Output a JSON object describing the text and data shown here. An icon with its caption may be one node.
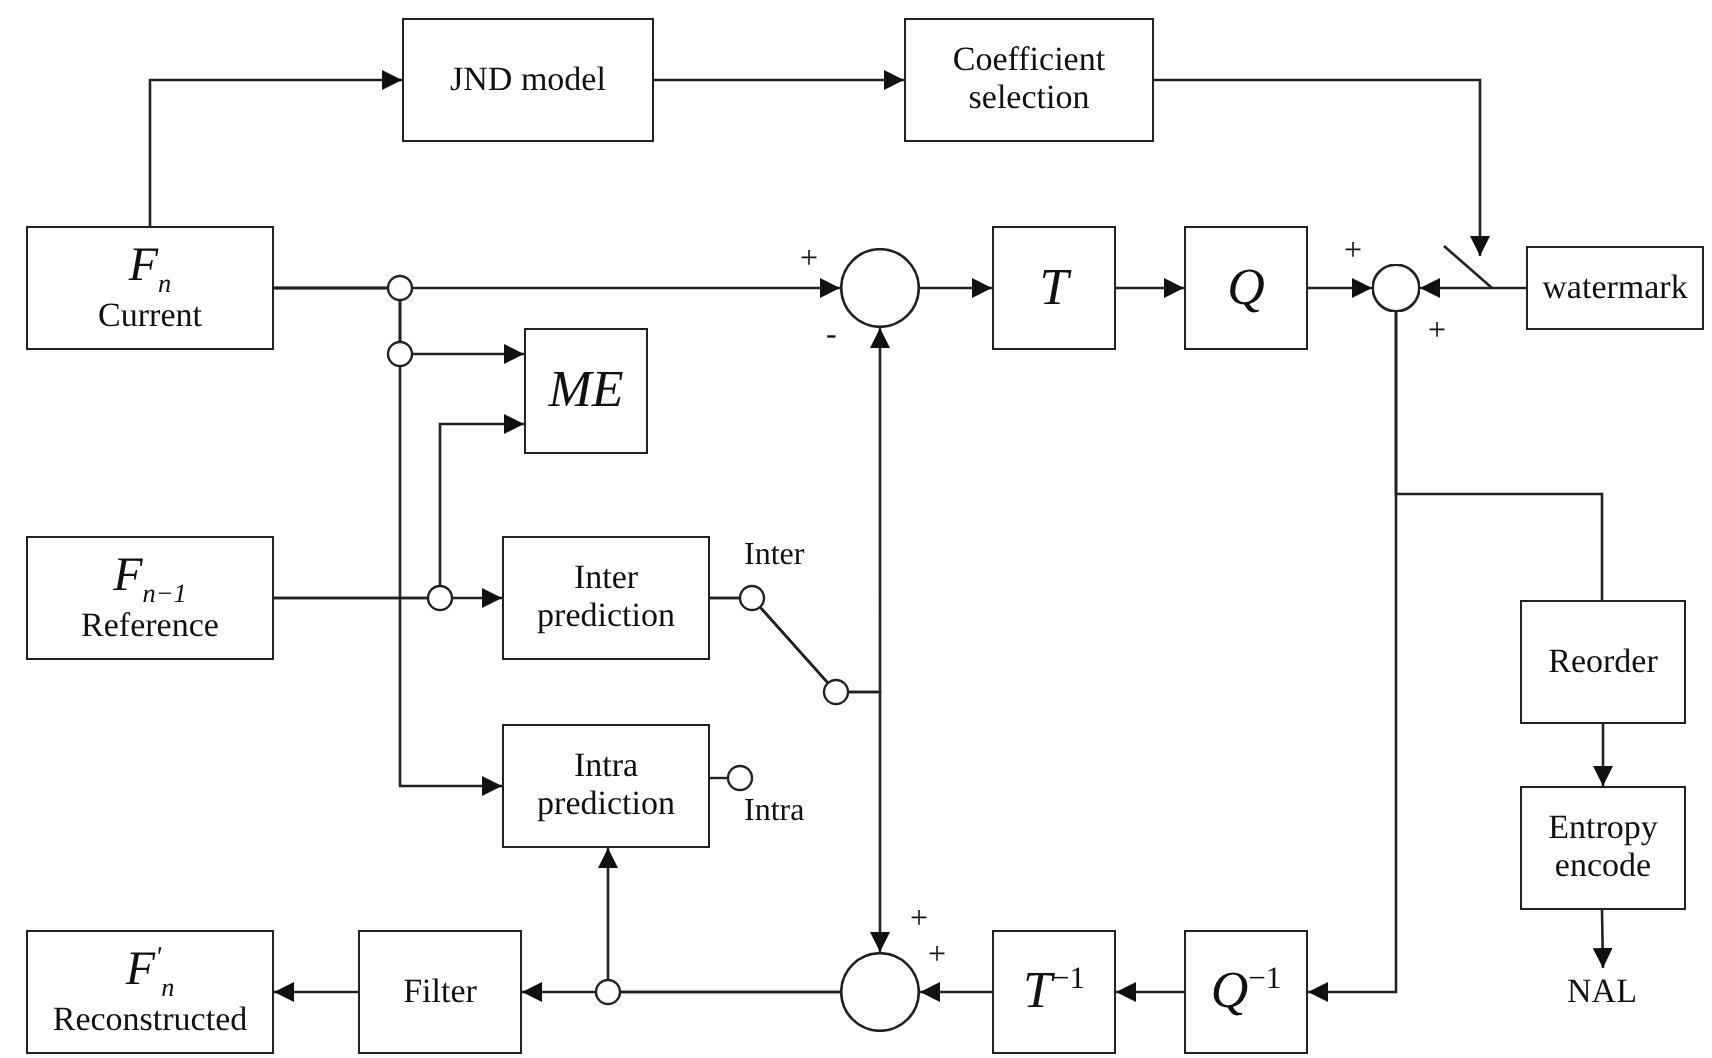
{
  "diagram": {
    "nodes": [
      {
        "text": [
          "JND model"
        ]
      },
      {
        "text": [
          "Coefficient selection"
        ]
      },
      {
        "text": [
          "F$_{n}$",
          "Current"
        ]
      },
      {
        "text": [],
        "shape": "circle"
      },
      {
        "text": [
          "T"
        ]
      },
      {
        "text": [
          "Q"
        ]
      },
      {
        "text": [],
        "shape": "circle"
      },
      {
        "text": [
          "watermark"
        ]
      },
      {
        "text": [
          "ME"
        ]
      },
      {
        "text": [
          "F$_{n−1}$",
          "Reference"
        ]
      },
      {
        "text": [
          "Inter prediction"
        ]
      },
      {
        "text": [
          "Intra prediction"
        ]
      },
      {
        "text": [
          "F$^{'}$$_{n}$",
          "Reconstructed"
        ]
      },
      {
        "text": [
          "Filter"
        ]
      },
      {
        "text": [],
        "shape": "circle"
      },
      {
        "text": [
          "*T*$^{−1}$"
        ]
      },
      {
        "text": [
          "*Q*$^{−1}$"
        ]
      },
      {
        "text": [
          "Reorder"
        ]
      },
      {
        "text": [
          "Entropy encode"
        ]
      },
      {
        "text": [
          "NAL"
        ]
      }
    ],
    "edges": [
      {
        "from": 2,
        "to": 0,
        "arrow": "to"
      },
      {
        "from": 0,
        "to": 1,
        "arrow": "to"
      },
      {
        "from": 1,
        "to": 7,
        "arrow": "to"
      },
      {
        "from": 2,
        "to": 3,
        "arrow": "to"
      },
      {
        "from": 3,
        "to": 4,
        "arrow": "to"
      },
      {
        "from": 4,
        "to": 5,
        "arrow": "to"
      },
      {
        "from": 5,
        "to": 6,
        "arrow": "to"
      },
      {
        "from": 7,
        "to": 6,
        "arrow": "to"
      },
      {
        "from": 2,
        "to": 8,
        "arrow": "to"
      },
      {
        "from": 9,
        "to": 8,
        "arrow": "to"
      },
      {
        "from": 9,
        "to": 10,
        "arrow": "to"
      },
      {
        "from": 2,
        "to": 11,
        "arrow": "to"
      },
      {
        "from": 10,
        "to": 3,
        "arrow": "to"
      },
      {
        "from": 10,
        "to": 14,
        "arrow": "to"
      },
      {
        "from": 6,
        "to": 16,
        "arrow": "to"
      },
      {
        "from": 6,
        "to": 17,
        "arrow": "none"
      },
      {
        "from": 17,
        "to": 18,
        "arrow": "to"
      },
      {
        "from": 18,
        "to": 19,
        "arrow": "to"
      },
      {
        "from": 16,
        "to": 15,
        "arrow": "to"
      },
      {
        "from": 15,
        "to": 14,
        "arrow": "to"
      },
      {
        "from": 14,
        "to": 13,
        "arrow": "to"
      },
      {
        "from": 13,
        "to": 12,
        "arrow": "to"
      },
      {
        "from": 14,
        "to": 11,
        "arrow": "to"
      }
    ],
    "labels": [
      "+",
      "-",
      "+",
      "+",
      "Inter",
      "Intra",
      "+",
      "+"
    ]
  }
}
